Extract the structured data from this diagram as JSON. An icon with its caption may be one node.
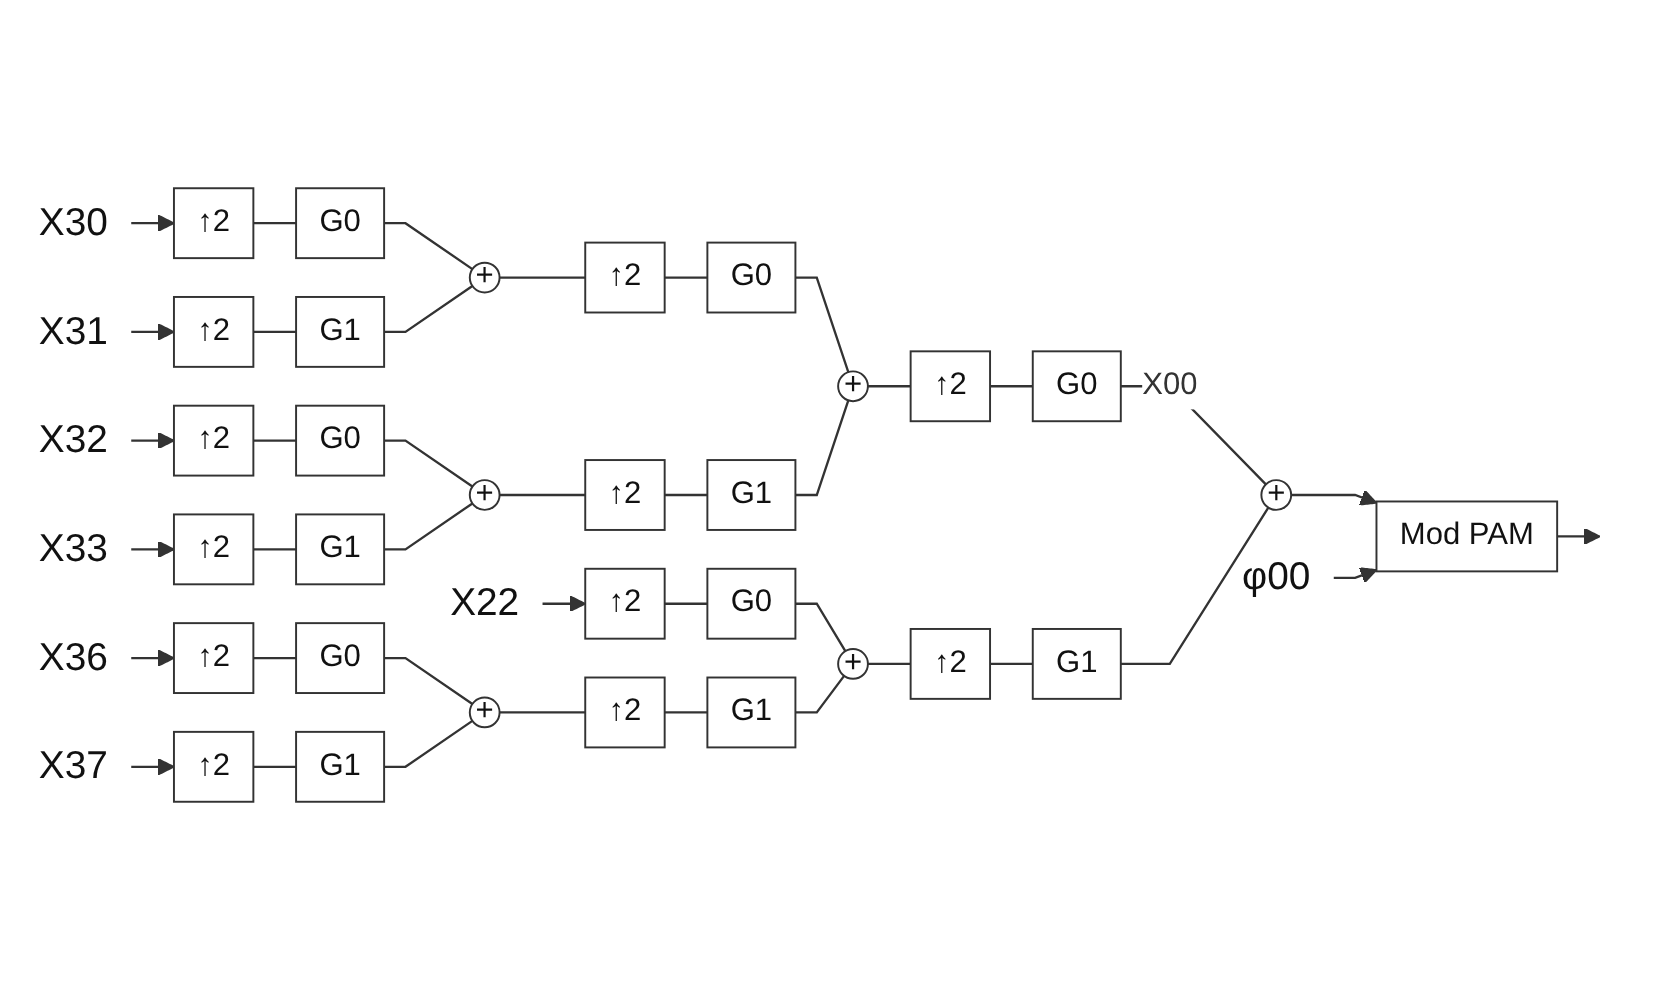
{
  "diagram": {
    "nodes": [
      {
        "text": [
          "X30"
        ]
      },
      {
        "text": [
          "↑2"
        ]
      },
      {
        "text": [
          "G0"
        ]
      },
      {
        "text": [
          "X31"
        ]
      },
      {
        "text": [
          "↑2"
        ]
      },
      {
        "text": [
          "G1"
        ]
      },
      {
        "text": [
          "+"
        ]
      },
      {
        "text": [
          "↑2"
        ]
      },
      {
        "text": [
          "G0"
        ]
      },
      {
        "text": [
          "X32"
        ]
      },
      {
        "text": [
          "↑2"
        ]
      },
      {
        "text": [
          "G0"
        ]
      },
      {
        "text": [
          "X33"
        ]
      },
      {
        "text": [
          "↑2"
        ]
      },
      {
        "text": [
          "G1"
        ]
      },
      {
        "text": [
          "+"
        ]
      },
      {
        "text": [
          "↑2"
        ]
      },
      {
        "text": [
          "G1"
        ]
      },
      {
        "text": [
          "+"
        ]
      },
      {
        "text": [
          "↑2"
        ]
      },
      {
        "text": [
          "G0"
        ]
      },
      {
        "text": [
          "+"
        ]
      },
      {
        "text": [
          "Mod PAM"
        ]
      },
      {
        "text": [
          "φ00"
        ]
      },
      {
        "text": [
          "X22"
        ]
      },
      {
        "text": [
          "↑2"
        ]
      },
      {
        "text": [
          "G0"
        ]
      },
      {
        "text": [
          "X36"
        ]
      },
      {
        "text": [
          "↑2"
        ]
      },
      {
        "text": [
          "G0"
        ]
      },
      {
        "text": [
          "X37"
        ]
      },
      {
        "text": [
          "↑2"
        ]
      },
      {
        "text": [
          "G1"
        ]
      },
      {
        "text": [
          "+"
        ]
      },
      {
        "text": [
          "↑2"
        ]
      },
      {
        "text": [
          "G1"
        ]
      },
      {
        "text": [
          "+"
        ]
      },
      {
        "text": [
          "↑2"
        ]
      },
      {
        "text": [
          "G1"
        ]
      }
    ],
    "edges": [
      {
        "from": 0,
        "to": 1,
        "arrow": "to"
      },
      {
        "from": 1,
        "to": 2,
        "arrow": "none"
      },
      {
        "from": 3,
        "to": 4,
        "arrow": "to"
      },
      {
        "from": 4,
        "to": 5,
        "arrow": "none"
      },
      {
        "from": 2,
        "to": 6,
        "arrow": "none"
      },
      {
        "from": 5,
        "to": 6,
        "arrow": "none"
      },
      {
        "from": 6,
        "to": 7,
        "arrow": "none"
      },
      {
        "from": 7,
        "to": 8,
        "arrow": "none"
      },
      {
        "from": 9,
        "to": 10,
        "arrow": "to"
      },
      {
        "from": 10,
        "to": 11,
        "arrow": "none"
      },
      {
        "from": 12,
        "to": 13,
        "arrow": "to"
      },
      {
        "from": 13,
        "to": 14,
        "arrow": "none"
      },
      {
        "from": 11,
        "to": 15,
        "arrow": "none"
      },
      {
        "from": 14,
        "to": 15,
        "arrow": "none"
      },
      {
        "from": 15,
        "to": 16,
        "arrow": "none"
      },
      {
        "from": 16,
        "to": 17,
        "arrow": "none"
      },
      {
        "from": 8,
        "to": 18,
        "arrow": "none"
      },
      {
        "from": 17,
        "to": 18,
        "arrow": "none"
      },
      {
        "from": 18,
        "to": 19,
        "arrow": "none"
      },
      {
        "from": 19,
        "to": 20,
        "arrow": "none"
      },
      {
        "from": 20,
        "to": 21,
        "arrow": "none",
        "label": "X00"
      },
      {
        "from": 21,
        "to": 22,
        "arrow": "to"
      },
      {
        "from": 23,
        "to": 22,
        "arrow": "to"
      },
      {
        "from": 22,
        "to": null,
        "arrow": "to"
      },
      {
        "from": 24,
        "to": 25,
        "arrow": "to"
      },
      {
        "from": 25,
        "to": 26,
        "arrow": "none"
      },
      {
        "from": 27,
        "to": 28,
        "arrow": "to"
      },
      {
        "from": 28,
        "to": 29,
        "arrow": "none"
      },
      {
        "from": 30,
        "to": 31,
        "arrow": "to"
      },
      {
        "from": 31,
        "to": 32,
        "arrow": "none"
      },
      {
        "from": 29,
        "to": 33,
        "arrow": "none"
      },
      {
        "from": 32,
        "to": 33,
        "arrow": "none"
      },
      {
        "from": 33,
        "to": 34,
        "arrow": "none"
      },
      {
        "from": 34,
        "to": 35,
        "arrow": "none"
      },
      {
        "from": 26,
        "to": 36,
        "arrow": "none"
      },
      {
        "from": 35,
        "to": 36,
        "arrow": "none"
      },
      {
        "from": 36,
        "to": 37,
        "arrow": "none"
      },
      {
        "from": 37,
        "to": 38,
        "arrow": "none"
      },
      {
        "from": 38,
        "to": 21,
        "arrow": "none"
      }
    ]
  }
}
